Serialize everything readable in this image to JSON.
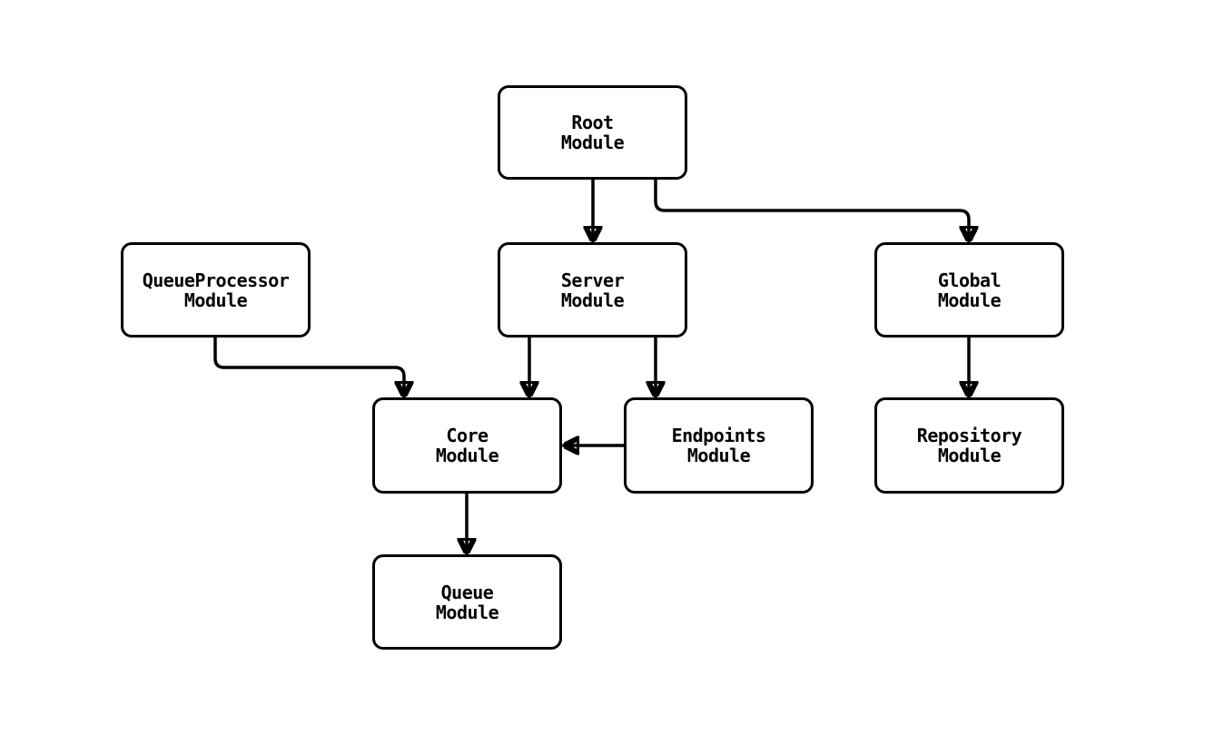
{
  "diagram": {
    "type": "module-dependency-graph",
    "colors": {
      "background": "#ffffff",
      "node_fill": "#ffffff",
      "node_border": "#000000",
      "edge": "#000000",
      "text": "#000000"
    },
    "nodes": [
      {
        "id": "root",
        "label": "Root\nModule"
      },
      {
        "id": "queueprocessor",
        "label": "QueueProcessor\nModule"
      },
      {
        "id": "server",
        "label": "Server\nModule"
      },
      {
        "id": "global",
        "label": "Global\nModule"
      },
      {
        "id": "core",
        "label": "Core\nModule"
      },
      {
        "id": "endpoints",
        "label": "Endpoints\nModule"
      },
      {
        "id": "repository",
        "label": "Repository\nModule"
      },
      {
        "id": "queue",
        "label": "Queue\nModule"
      }
    ],
    "edges": [
      {
        "from": "Root Module",
        "to": "Server Module"
      },
      {
        "from": "Root Module",
        "to": "Global Module"
      },
      {
        "from": "QueueProcessor Module",
        "to": "Core Module"
      },
      {
        "from": "Server Module",
        "to": "Core Module"
      },
      {
        "from": "Server Module",
        "to": "Endpoints Module"
      },
      {
        "from": "Endpoints Module",
        "to": "Core Module"
      },
      {
        "from": "Global Module",
        "to": "Repository Module"
      },
      {
        "from": "Core Module",
        "to": "Queue Module"
      }
    ]
  }
}
